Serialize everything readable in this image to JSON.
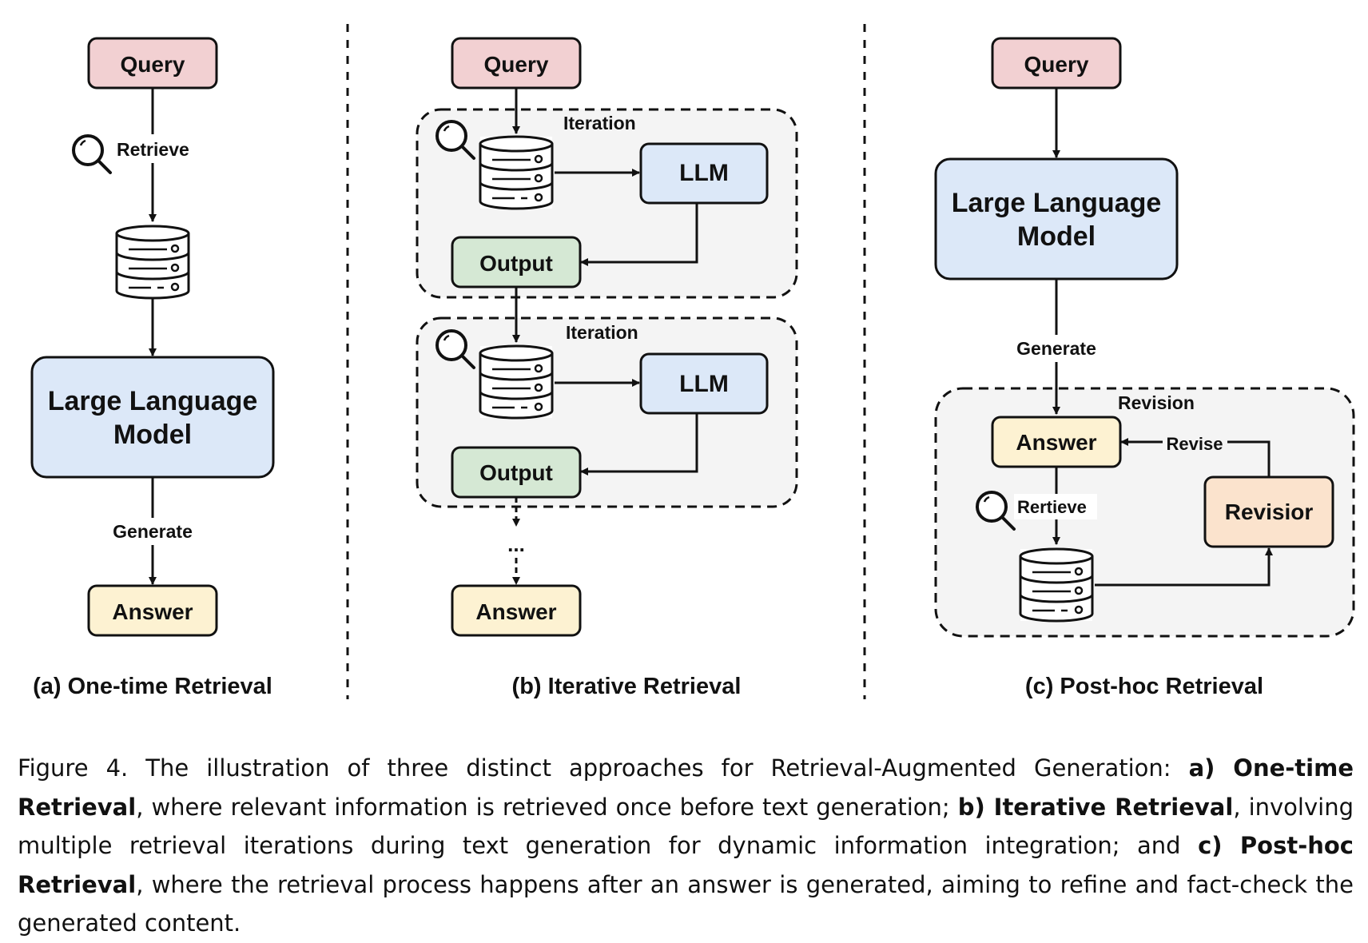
{
  "colors": {
    "query": "#f2d0d2",
    "llm": "#dce8f8",
    "answer": "#fdf2d2",
    "output": "#d5e8d4",
    "revisior": "#fbe3cd",
    "group_bg": "#f4f4f4",
    "stroke": "#111111"
  },
  "panel_a": {
    "query": "Query",
    "retrieve": "Retrieve",
    "llm_line1": "Large Language",
    "llm_line2": "Model",
    "generate": "Generate",
    "answer": "Answer",
    "caption": "(a) One-time Retrieval"
  },
  "panel_b": {
    "query": "Query",
    "iteration1": "Iteration",
    "llm1": "LLM",
    "output1": "Output",
    "iteration2": "Iteration",
    "llm2": "LLM",
    "output2": "Output",
    "ellipsis": "...",
    "answer": "Answer",
    "caption": "(b) Iterative Retrieval"
  },
  "panel_c": {
    "query": "Query",
    "llm_line1": "Large Language",
    "llm_line2": "Model",
    "generate": "Generate",
    "revision": "Revision",
    "answer": "Answer",
    "revise": "Revise",
    "revisior": "Revisior",
    "retrieve": "Rertieve",
    "caption": "(c) Post-hoc Retrieval"
  },
  "figure_caption": {
    "t1": "Figure 4. The illustration of three distinct approaches for Retrieval-Augmented Generation: ",
    "b1": "a) One-time Retrieval",
    "t2": ", where relevant information is retrieved once before text generation; ",
    "b2": "b) Iterative Retrieval",
    "t3": ", involving multiple retrieval iterations during text generation for dynamic information integration; and ",
    "b3": "c) Post-hoc Retrieval",
    "t4": ", where the retrieval process happens after an answer is generated, aiming to refine and fact-check the generated content."
  }
}
